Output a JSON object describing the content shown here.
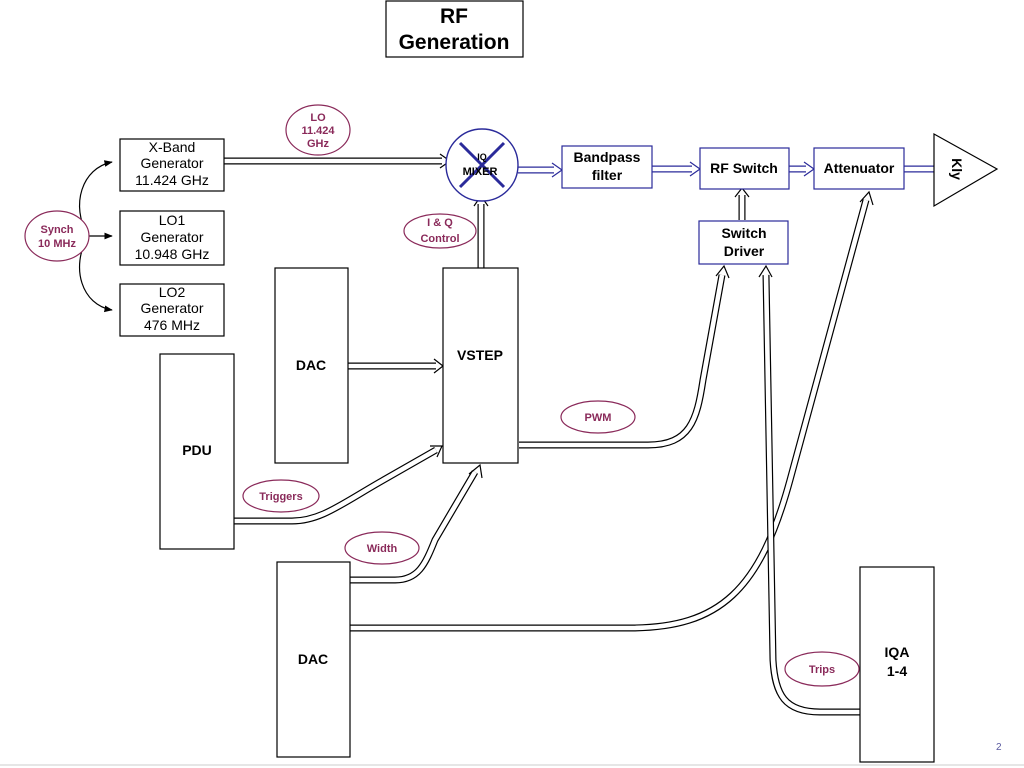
{
  "title": [
    "RF",
    "Generation"
  ],
  "blocks": {
    "xband": [
      "X-Band",
      "Generator",
      "11.424 GHz"
    ],
    "lo1": [
      "LO1",
      "Generator",
      "10.948 GHz"
    ],
    "lo2": [
      "LO2",
      "Generator",
      "476 MHz"
    ],
    "mixer": [
      "IQ",
      "MIXER"
    ],
    "bandpass": [
      "Bandpass",
      "filter"
    ],
    "rf_switch": "RF Switch",
    "attenuator": "Attenuator",
    "kly": "Kly",
    "switch_driver": [
      "Switch",
      "Driver"
    ],
    "vstep": "VSTEP",
    "dac_top": "DAC",
    "dac_bottom": "DAC",
    "pdu": "PDU",
    "iqa": [
      "IQA",
      "1-4"
    ]
  },
  "labels": {
    "lo": [
      "LO",
      "11.424",
      "GHz"
    ],
    "synch": [
      "Synch",
      "10 MHz"
    ],
    "iq_control": [
      "I & Q",
      "Control"
    ],
    "pwm": "PWM",
    "triggers": "Triggers",
    "width": "Width",
    "trips": "Trips"
  },
  "page_number": "2"
}
